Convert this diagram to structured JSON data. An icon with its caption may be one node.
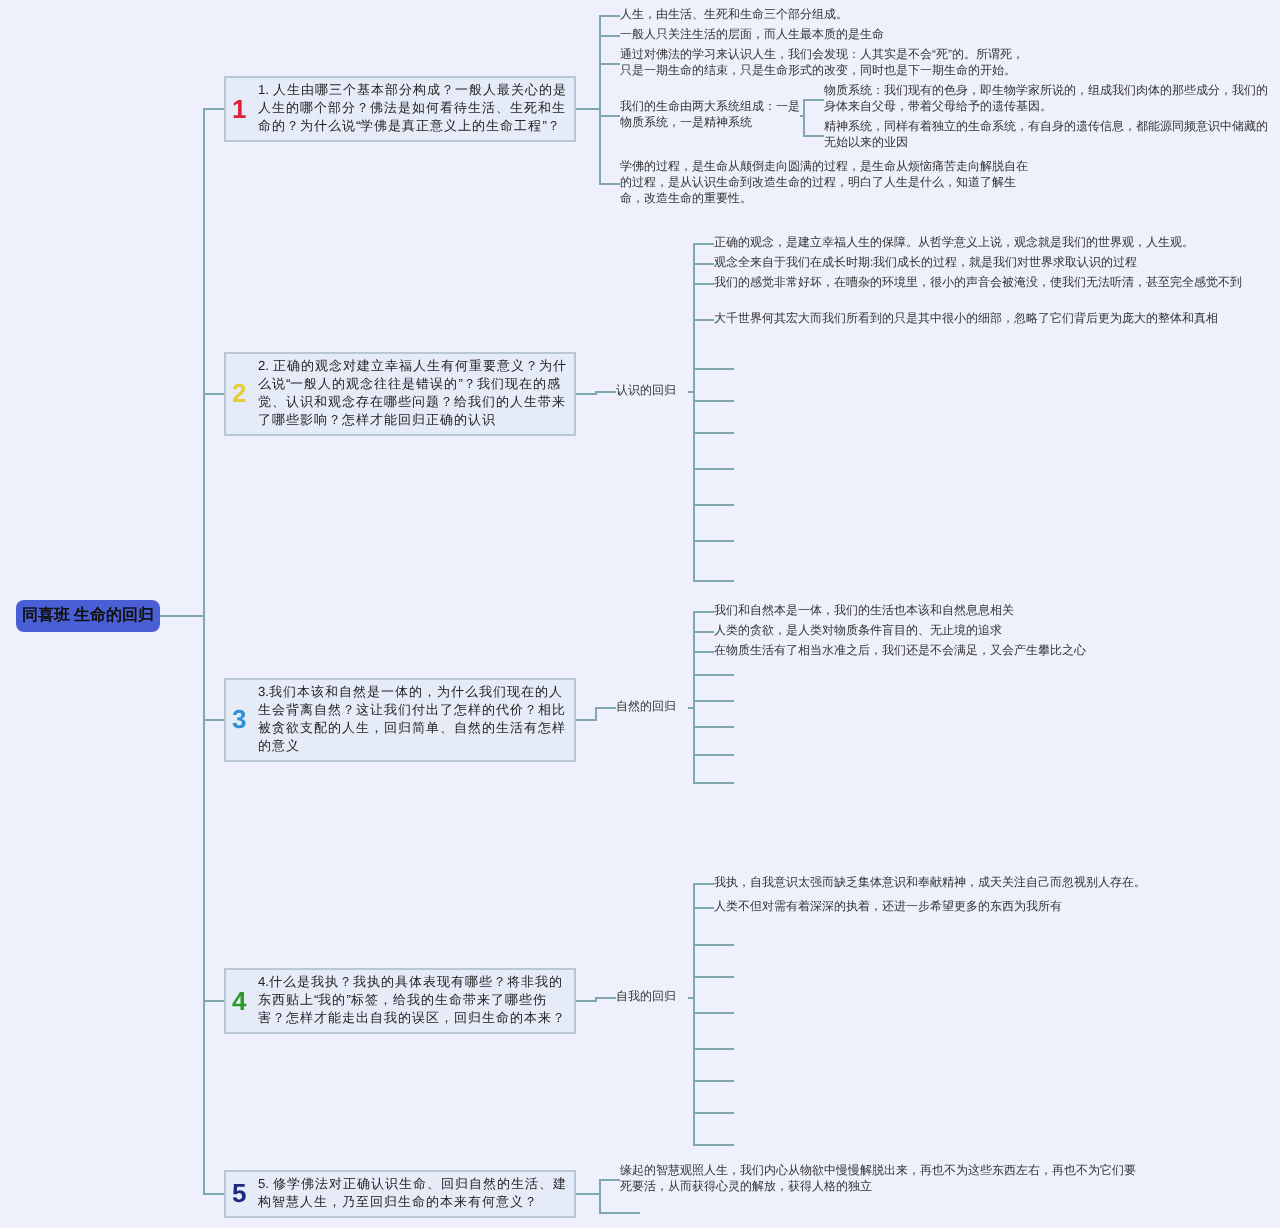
{
  "diagram": {
    "nodes": [
      {
        "text": [
          "同喜班 生命的回归"
        ]
      },
      {
        "text": [
          "1",
          "1. 人生由哪三个基本部分构成？一般人最关心的是人生的哪个部分？佛法是如何看待生活、生死和生命的？为什么说“学佛是真正意义上的生命工程”？"
        ]
      },
      {
        "text": [
          "人生，由生活、生死和生命三个部分组成。"
        ]
      },
      {
        "text": [
          "一般人只关注生活的层面，而人生最本质的是生命"
        ]
      },
      {
        "text": [
          "通过对佛法的学习来认识人生，我们会发现：人其实是不会“死”的。所谓死，只是一期生命的结束，只是生命形式的改变，同时也是下一期生命的开始。"
        ]
      },
      {
        "text": [
          "我们的生命由两大系统组成：一是物质系统，一是精神系统"
        ]
      },
      {
        "text": [
          "物质系统：我们现有的色身，即生物学家所说的，组成我们肉体的那些成分，我们的身体来自父母，带着父母给予的遗传基因。"
        ]
      },
      {
        "text": [
          "精神系统，同样有着独立的生命系统，有自身的遗传信息，都能源同频意识中储藏的无始以来的业因"
        ]
      },
      {
        "text": [
          "学佛的过程，是生命从颠倒走向圆满的过程，是生命从烦恼痛苦走向解脱自在的过程，是从认识生命到改造生命的过程，明白了人生是什么，知道了解生命，改造生命的重要性。"
        ]
      },
      {
        "text": [
          "2",
          "2. 正确的观念对建立幸福人生有何重要意义？为什么说“一般人的观念往往是错误的”？我们现在的感觉、认识和观念存在哪些问题？给我们的人生带来了哪些影响？怎样才能回归正确的认识"
        ]
      },
      {
        "text": [
          "认识的回归"
        ]
      },
      {
        "text": [
          "正确的观念，是建立幸福人生的保障。从哲学意义上说，观念就是我们的世界观，人生观。"
        ]
      },
      {
        "text": [
          "观念全来自于我们在成长时期:我们成长的过程，就是我们对世界求取认识的过程"
        ]
      },
      {
        "text": [
          "我们的感觉非常好坏，在嘈杂的环境里，很小的声音会被淹没，使我们无法听清，甚至完全感觉不到"
        ]
      },
      {
        "text": [
          "大千世界何其宏大而我们所看到的只是其中很小的细部，忽略了它们背后更为庞大的整体和真相"
        ]
      },
      {
        "text": [
          "3",
          "3.我们本该和自然是一体的，为什么我们现在的人生会背离自然？这让我们付出了怎样的代价？相比被贪欲支配的人生，回归简单、自然的生活有怎样的意义"
        ]
      },
      {
        "text": [
          "自然的回归"
        ]
      },
      {
        "text": [
          "我们和自然本是一体，我们的生活也本该和自然息息相关"
        ]
      },
      {
        "text": [
          "人类的贪欲，是人类对物质条件盲目的、无止境的追求"
        ]
      },
      {
        "text": [
          "在物质生活有了相当水准之后，我们还是不会满足，又会产生攀比之心"
        ]
      },
      {
        "text": [
          "4",
          "4.什么是我执？我执的具体表现有哪些？将非我的东西贴上“我的”标签，给我的生命带来了哪些伤害？怎样才能走出自我的误区，回归生命的本来？"
        ]
      },
      {
        "text": [
          "自我的回归"
        ]
      },
      {
        "text": [
          "我执，自我意识太强而缺乏集体意识和奉献精神，成天关注自己而忽视别人存在。"
        ]
      },
      {
        "text": [
          "人类不但对需有着深深的执着，还进一步希望更多的东西为我所有"
        ]
      },
      {
        "text": [
          "5",
          "5. 修学佛法对正确认识生命、回归自然的生活、建构智慧人生，乃至回归生命的本来有何意义？"
        ]
      },
      {
        "text": [
          "缘起的智慧观照人生，我们内心从物欲中慢慢解脱出来，再也不为这些东西左右，再也不为它们要死要活，从而获得心灵的解放，获得人格的独立"
        ]
      },
      {
        "text": [],
        "shape": "line"
      },
      {
        "text": [],
        "shape": "line"
      },
      {
        "text": [],
        "shape": "line"
      },
      {
        "text": [],
        "shape": "line"
      },
      {
        "text": [],
        "shape": "line"
      },
      {
        "text": [],
        "shape": "line"
      },
      {
        "text": [],
        "shape": "line"
      },
      {
        "text": [],
        "shape": "line"
      },
      {
        "text": [],
        "shape": "line"
      },
      {
        "text": [],
        "shape": "line"
      },
      {
        "text": [],
        "shape": "line"
      },
      {
        "text": [],
        "shape": "line"
      },
      {
        "text": [],
        "shape": "line"
      },
      {
        "text": [],
        "shape": "line"
      },
      {
        "text": [],
        "shape": "line"
      },
      {
        "text": [],
        "shape": "line"
      },
      {
        "text": [],
        "shape": "line"
      },
      {
        "text": [],
        "shape": "line"
      },
      {
        "text": [],
        "shape": "line"
      },
      {
        "text": [],
        "shape": "line"
      }
    ],
    "edges": [
      {
        "from": 0,
        "to": 1,
        "arrow": "none"
      },
      {
        "from": 0,
        "to": 9,
        "arrow": "none"
      },
      {
        "from": 0,
        "to": 15,
        "arrow": "none"
      },
      {
        "from": 0,
        "to": 20,
        "arrow": "none"
      },
      {
        "from": 0,
        "to": 24,
        "arrow": "none"
      },
      {
        "from": 1,
        "to": 2,
        "arrow": "none"
      },
      {
        "from": 1,
        "to": 3,
        "arrow": "none"
      },
      {
        "from": 1,
        "to": 4,
        "arrow": "none"
      },
      {
        "from": 1,
        "to": 5,
        "arrow": "none"
      },
      {
        "from": 1,
        "to": 8,
        "arrow": "none"
      },
      {
        "from": 5,
        "to": 6,
        "arrow": "none"
      },
      {
        "from": 5,
        "to": 7,
        "arrow": "none"
      },
      {
        "from": 9,
        "to": 10,
        "arrow": "none"
      },
      {
        "from": 10,
        "to": 11,
        "arrow": "none"
      },
      {
        "from": 10,
        "to": 12,
        "arrow": "none"
      },
      {
        "from": 10,
        "to": 13,
        "arrow": "none"
      },
      {
        "from": 10,
        "to": 14,
        "arrow": "none"
      },
      {
        "from": 15,
        "to": 16,
        "arrow": "none"
      },
      {
        "from": 16,
        "to": 17,
        "arrow": "none"
      },
      {
        "from": 16,
        "to": 18,
        "arrow": "none"
      },
      {
        "from": 16,
        "to": 19,
        "arrow": "none"
      },
      {
        "from": 20,
        "to": 21,
        "arrow": "none"
      },
      {
        "from": 21,
        "to": 22,
        "arrow": "none"
      },
      {
        "from": 21,
        "to": 23,
        "arrow": "none"
      },
      {
        "from": 24,
        "to": 25,
        "arrow": "none"
      },
      {
        "from": 10,
        "to": 26,
        "arrow": "none"
      },
      {
        "from": 10,
        "to": 27,
        "arrow": "none"
      },
      {
        "from": 10,
        "to": 28,
        "arrow": "none"
      },
      {
        "from": 10,
        "to": 29,
        "arrow": "none"
      },
      {
        "from": 10,
        "to": 30,
        "arrow": "none"
      },
      {
        "from": 10,
        "to": 31,
        "arrow": "none"
      },
      {
        "from": 10,
        "to": 32,
        "arrow": "none"
      },
      {
        "from": 16,
        "to": 33,
        "arrow": "none"
      },
      {
        "from": 16,
        "to": 34,
        "arrow": "none"
      },
      {
        "from": 16,
        "to": 35,
        "arrow": "none"
      },
      {
        "from": 16,
        "to": 36,
        "arrow": "none"
      },
      {
        "from": 16,
        "to": 37,
        "arrow": "none"
      },
      {
        "from": 21,
        "to": 38,
        "arrow": "none"
      },
      {
        "from": 21,
        "to": 39,
        "arrow": "none"
      },
      {
        "from": 21,
        "to": 40,
        "arrow": "none"
      },
      {
        "from": 21,
        "to": 41,
        "arrow": "none"
      },
      {
        "from": 21,
        "to": 42,
        "arrow": "none"
      },
      {
        "from": 21,
        "to": 43,
        "arrow": "none"
      },
      {
        "from": 21,
        "to": 44,
        "arrow": "none"
      },
      {
        "from": 24,
        "to": 45,
        "arrow": "none"
      }
    ]
  }
}
